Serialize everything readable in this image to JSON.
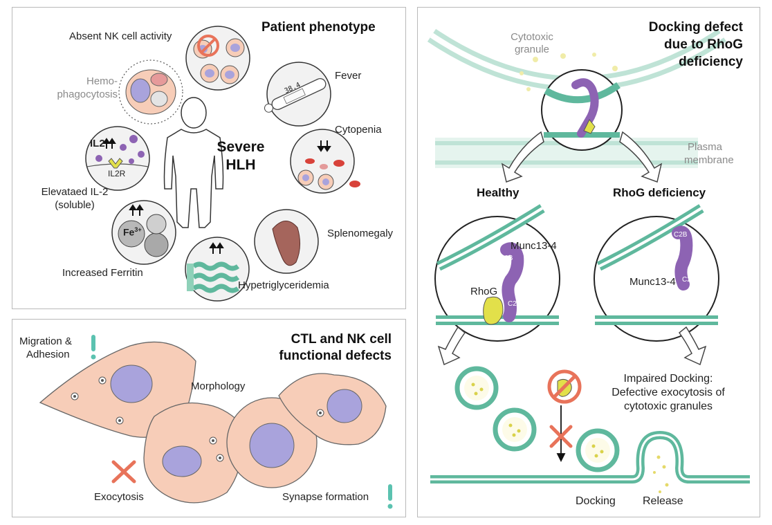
{
  "panel_phenotype": {
    "title": "Patient phenotype",
    "center_label_line1": "Severe",
    "center_label_line2": "HLH",
    "features": {
      "nk": "Absent NK cell activity",
      "hemo_line1": "Hemo-",
      "hemo_line2": "phagocytosis",
      "fever": "Fever",
      "thermometer_reading": "38.4",
      "cytopenia": "Cytopenia",
      "il2_line1": "Elevataed IL-2",
      "il2_line2": "(soluble)",
      "il2_inset": "IL2",
      "il2r_inset": "IL2R",
      "splenomegaly": "Splenomegaly",
      "ferritin": "Increased Ferritin",
      "fe_inset": "Fe",
      "fe_charge": "3+",
      "hypertri": "Hypetriglyceridemia"
    }
  },
  "panel_ctl": {
    "title_line1": "CTL and NK cell",
    "title_line2": "functional defects",
    "labels": {
      "migration_line1": "Migration &",
      "migration_line2": "Adhesion",
      "morphology": "Morphology",
      "exocytosis": "Exocytosis",
      "synapse": "Synapse formation"
    }
  },
  "panel_docking": {
    "title_line1": "Docking defect",
    "title_line2": "due to RhoG",
    "title_line3": "deficiency",
    "granule_line1": "Cytotoxic",
    "granule_line2": "granule",
    "membrane_line1": "Plasma",
    "membrane_line2": "membrane",
    "healthy": "Healthy",
    "rhog_deficiency": "RhoG deficiency",
    "munc_healthy": "Munc13-4",
    "munc_deficient": "Munc13-4",
    "rhog": "RhoG",
    "c2b_healthy": "C2B",
    "c2c_healthy": "C2C",
    "c2b_deficient": "C2B",
    "c2c_deficient": "C2C",
    "impaired_line1": "Impaired Docking:",
    "impaired_line2": "Defective exocytosis of",
    "impaired_line3": "cytotoxic granules",
    "docking": "Docking",
    "release": "Release"
  },
  "colors": {
    "membrane_teal": "#5fb89d",
    "membrane_light": "#bfe3d6",
    "munc_purple": "#8d63b3",
    "rhog_yellow": "#e2e04a",
    "nucleus_lavender": "#a9a3dc",
    "cell_pink": "#f7cdb8",
    "alert_red": "#e8735a",
    "exclaim_teal": "#5bc2b0"
  },
  "icons": [
    "thermometer-icon",
    "no-entry-icon",
    "cross-icon",
    "exclamation-icon",
    "arrow-icon",
    "child-silhouette-icon"
  ]
}
